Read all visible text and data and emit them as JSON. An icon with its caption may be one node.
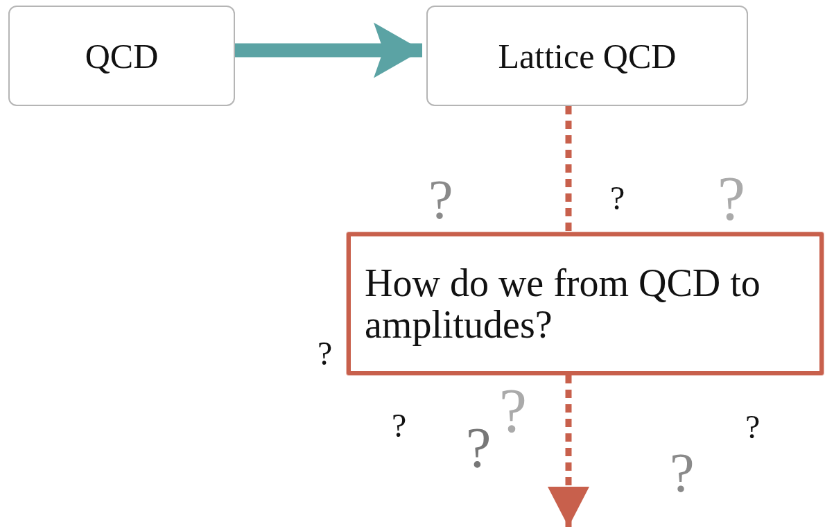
{
  "diagram": {
    "nodes": [
      {
        "text": [
          "QCD"
        ]
      },
      {
        "text": [
          "Lattice QCD"
        ]
      },
      {
        "text": [
          "How do we from QCD to amplitudes?"
        ]
      }
    ],
    "edges": [
      {
        "from": 0,
        "to": 1,
        "arrow": "to",
        "style": "thick",
        "color": "#5ba3a4"
      },
      {
        "from": 1,
        "to": 2,
        "arrow": "none",
        "style": "dashed",
        "color": "#c8604c"
      },
      {
        "from": 2,
        "to": null,
        "arrow": "to",
        "style": "dashed",
        "color": "#c8604c"
      }
    ],
    "labels": [
      "?",
      "?",
      "?",
      "?",
      "?",
      "?",
      "?",
      "?",
      "?"
    ]
  }
}
